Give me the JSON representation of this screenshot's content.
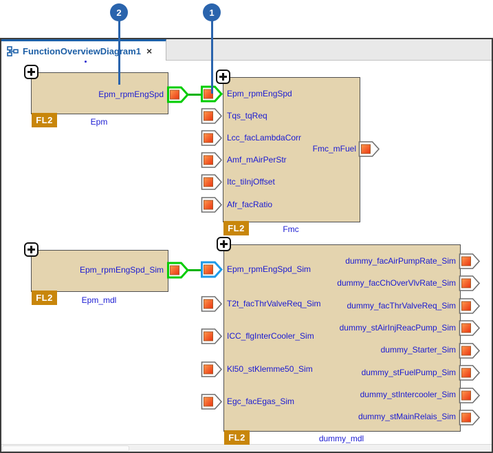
{
  "tab": {
    "title": "FunctionOverviewDiagram1",
    "close_label": "×"
  },
  "annotations": {
    "callouts": [
      {
        "number": "2"
      },
      {
        "number": "1"
      }
    ]
  },
  "diagram": {
    "blocks": [
      {
        "title": "Epm",
        "badge": "FL2",
        "outputs": [
          "Epm_rpmEngSpd"
        ]
      },
      {
        "title": "Fmc",
        "badge": "FL2",
        "inputs": [
          "Epm_rpmEngSpd",
          "Tqs_tqReq",
          "Lcc_facLambdaCorr",
          "Amf_mAirPerStr",
          "Itc_tiInjOffset",
          "Afr_facRatio"
        ],
        "outputs": [
          "Fmc_mFuel"
        ]
      },
      {
        "title": "Epm_mdl",
        "badge": "FL2",
        "outputs": [
          "Epm_rpmEngSpd_Sim"
        ]
      },
      {
        "title": "dummy_mdl",
        "badge": "FL2",
        "inputs": [
          "Epm_rpmEngSpd_Sim",
          "T2t_facThrValveReq_Sim",
          "ICC_flgInterCooler_Sim",
          "Kl50_stKlemme50_Sim",
          "Egc_facEgas_Sim"
        ],
        "outputs": [
          "dummy_facAirPumpRate_Sim",
          "dummy_facChOverVlvRate_Sim",
          "dummy_facThrValveReq_Sim",
          "dummy_stAirInjReacPump_Sim",
          "dummy_Starter_Sim",
          "dummy_stFuelPump_Sim",
          "dummy_stIntercooler_Sim",
          "dummy_stMainRelais_Sim"
        ]
      }
    ],
    "highlights": {
      "green_ports": [
        "Epm.Epm_rpmEngSpd",
        "Fmc.Epm_rpmEngSpd",
        "Epm_mdl.Epm_rpmEngSpd_Sim"
      ],
      "blue_ports": [
        "dummy_mdl.Epm_rpmEngSpd_Sim"
      ]
    },
    "colors": {
      "block_fill": "#e4d4af",
      "badge_orange": "#c8860b",
      "label_blue": "#1a1ad2",
      "highlight_green": "#00cc00",
      "highlight_blue": "#1e9ae8",
      "wire_green": "#00b303",
      "balloon_blue": "#2a64ad",
      "port_square_orange": "#e93312"
    }
  }
}
